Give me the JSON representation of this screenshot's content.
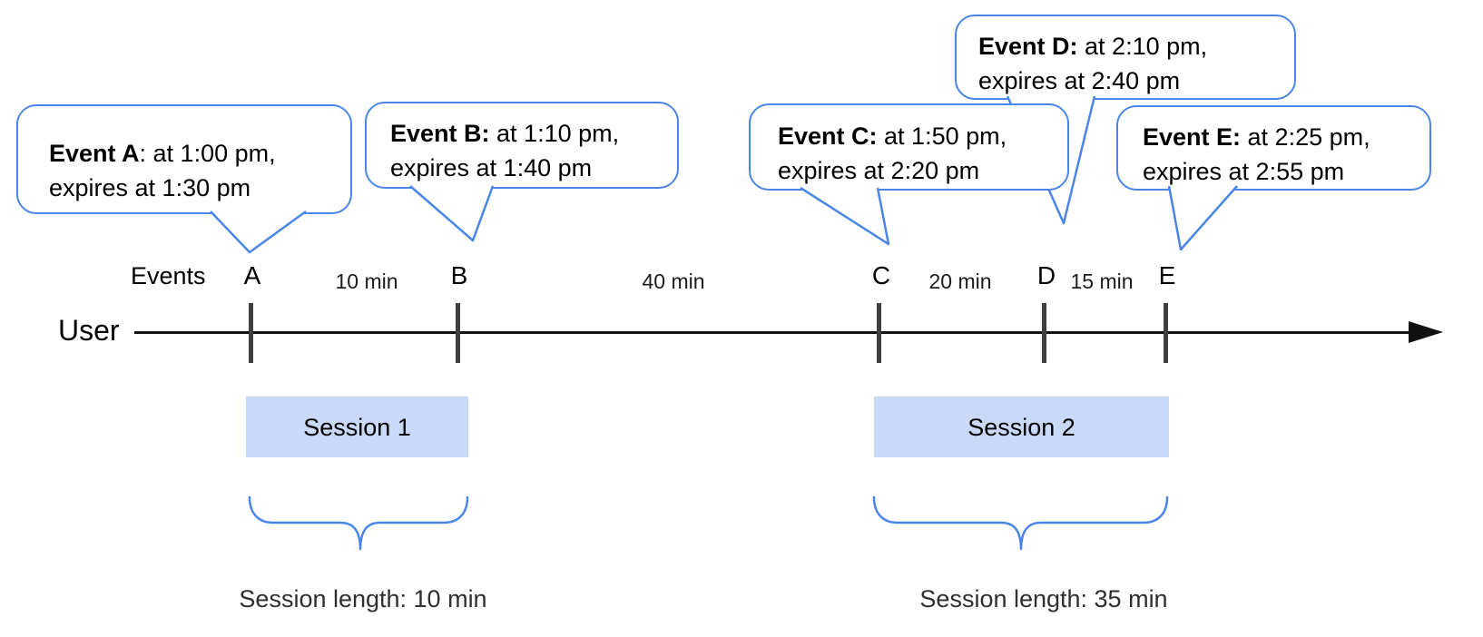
{
  "bubbles": [
    {
      "id": "A",
      "bold": "Event A",
      "rest": ": at 1:00 pm,",
      "line2": "expires at 1:30 pm"
    },
    {
      "id": "B",
      "bold": "Event B:",
      "rest": " at 1:10 pm,",
      "line2": "expires at 1:40 pm"
    },
    {
      "id": "C",
      "bold": "Event C:",
      "rest": " at 1:50 pm,",
      "line2": "expires at 2:20 pm"
    },
    {
      "id": "D",
      "bold": "Event D:",
      "rest": " at 2:10 pm,",
      "line2": "expires at 2:40 pm"
    },
    {
      "id": "E",
      "bold": "Event E:",
      "rest": " at 2:25 pm,",
      "line2": "expires at 2:55 pm"
    }
  ],
  "timeline": {
    "events_label": "Events",
    "user_label": "User",
    "ticks": [
      "A",
      "B",
      "C",
      "D",
      "E"
    ],
    "intervals": [
      "10 min",
      "40 min",
      "20 min",
      "15 min"
    ]
  },
  "sessions": [
    {
      "label": "Session 1",
      "length_label": "Session length: 10 min"
    },
    {
      "label": "Session 2",
      "length_label": "Session length: 35 min"
    }
  ],
  "colors": {
    "bubble_border": "#4a86e8",
    "brace": "#4a86e8",
    "session_fill": "#c9daf8",
    "tick": "#3f3f3f",
    "axis": "#111111"
  }
}
